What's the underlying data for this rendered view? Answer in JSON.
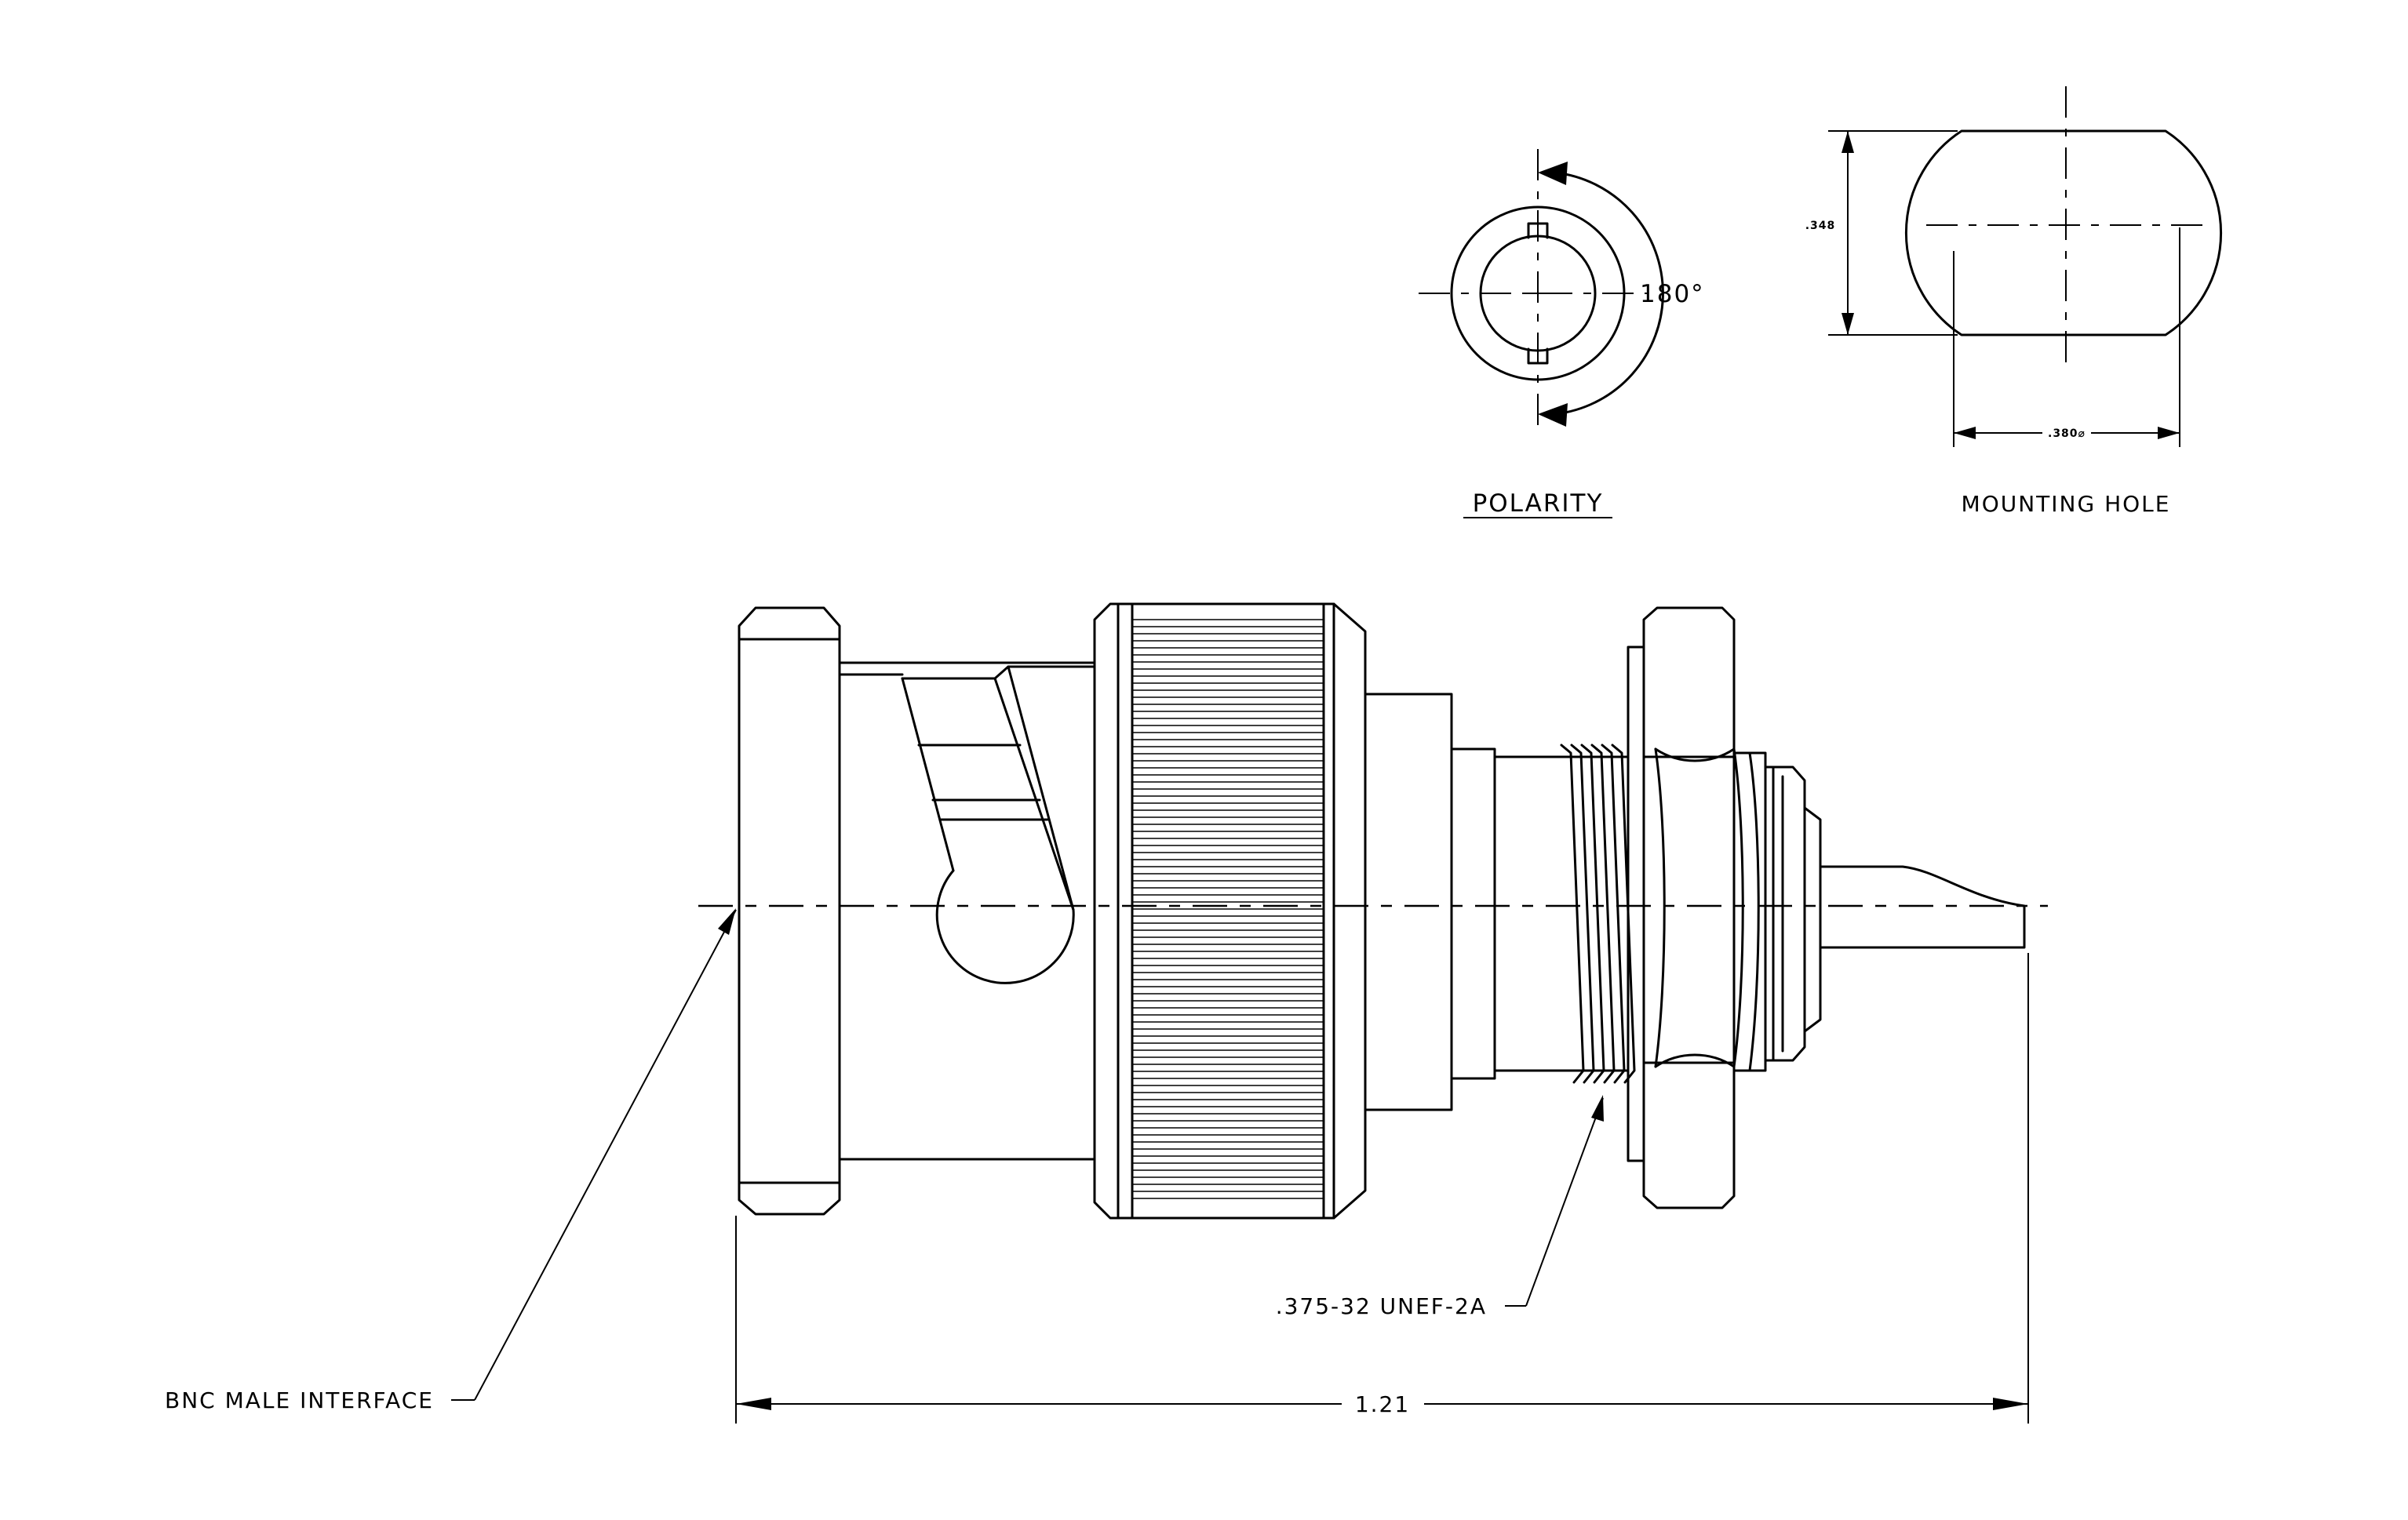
{
  "drawing": {
    "polarity": {
      "title": "POLARITY",
      "angle": "180°"
    },
    "mounting_hole": {
      "title": "MOUNTING HOLE",
      "height": ".348",
      "width": ".380⌀"
    },
    "callouts": {
      "thread": ".375-32 UNEF-2A",
      "interface": "BNC MALE INTERFACE",
      "overall_length": "1.21"
    }
  }
}
